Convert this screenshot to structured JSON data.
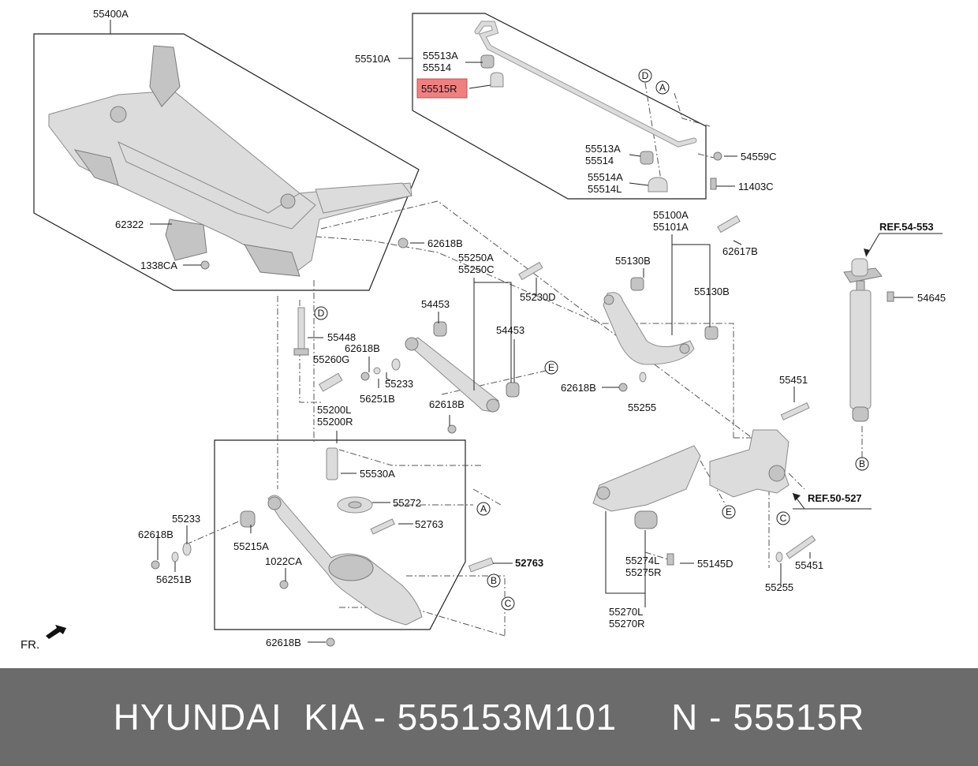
{
  "labels": {
    "l55400A": "55400A",
    "l62322": "62322",
    "l1338CA": "1338CA",
    "l62618B_a": "62618B",
    "l55510A": "55510A",
    "l55513A_a": "55513A",
    "l55514_a": "55514",
    "l55515R": "55515R",
    "l55513A_b": "55513A",
    "l55514_b": "55514",
    "l55514A": "55514A",
    "l55514L": "55514L",
    "l54559C": "54559C",
    "l11403C": "11403C",
    "l55250A": "55250A",
    "l55250C": "55250C",
    "l55230D": "55230D",
    "l54453_a": "54453",
    "l54453_b": "54453",
    "l55448": "55448",
    "l62618B_b": "62618B",
    "l55260G": "55260G",
    "l55233_a": "55233",
    "l56251B_a": "56251B",
    "l62618B_c": "62618B",
    "l55200L": "55200L",
    "l55200R": "55200R",
    "l55530A": "55530A",
    "l55272": "55272",
    "l52763_a": "52763",
    "l52763_b": "52763",
    "l55233_b": "55233",
    "l62618B_d": "62618B",
    "l56251B_b": "56251B",
    "l55215A": "55215A",
    "l1022CA": "1022CA",
    "l62618B_e": "62618B",
    "l55100A": "55100A",
    "l55101A": "55101A",
    "l62617B": "62617B",
    "l55130B_a": "55130B",
    "l55130B_b": "55130B",
    "l62618B_f": "62618B",
    "l55255_a": "55255",
    "l55451_a": "55451",
    "l55274L": "55274L",
    "l55275R": "55275R",
    "l55145D": "55145D",
    "l55270L": "55270L",
    "l55270R": "55270R",
    "l55451_b": "55451",
    "l55255_b": "55255",
    "lRef54": "REF.54-553",
    "l54645": "54645",
    "lRef50": "REF.50-527",
    "fr": "FR."
  },
  "markers": {
    "A": "A",
    "B": "B",
    "C": "C",
    "D": "D",
    "E": "E"
  },
  "highlight_color": "#f08080",
  "footer": {
    "text": "HYUNDAI  KIA - 555153M101     N - 55515R"
  }
}
